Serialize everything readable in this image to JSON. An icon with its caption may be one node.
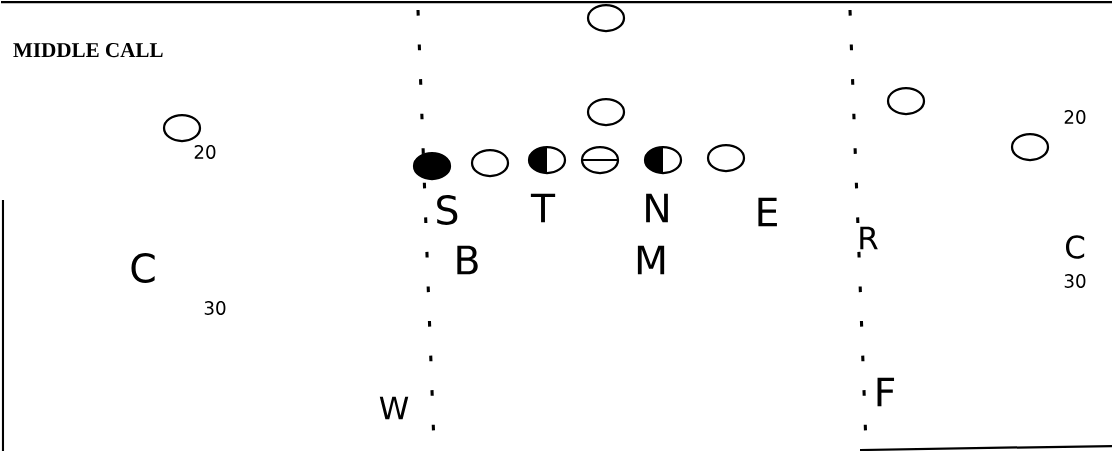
{
  "diagram": {
    "title": "MIDDLE CALL",
    "labels": [
      "20",
      "20",
      "S",
      "T",
      "N",
      "E",
      "R",
      "C",
      "B",
      "M",
      "C",
      "30",
      "30",
      "W",
      "F"
    ]
  }
}
